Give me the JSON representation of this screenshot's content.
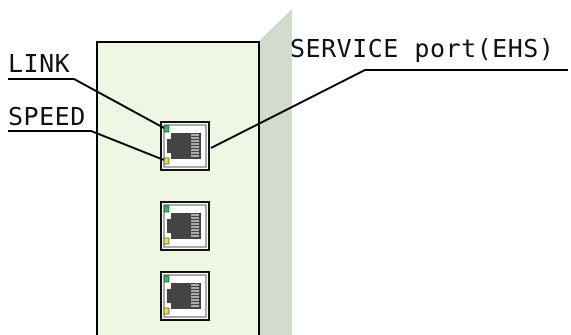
{
  "labels": {
    "link": "LINK",
    "speed": "SPEED",
    "service_port": "SERVICE port(EHS)"
  },
  "ports": [
    {
      "name": "service-port",
      "link_led_color": "#2bbf5a",
      "speed_led_color": "#f1dc4a"
    },
    {
      "name": "port-2",
      "link_led_color": "#2bbf5a",
      "speed_led_color": "#f1dc4a"
    },
    {
      "name": "port-3",
      "link_led_color": "#2bbf5a",
      "speed_led_color": "#f1dc4a"
    }
  ],
  "colors": {
    "panel_fill": "#eef6e4",
    "panel_side": "#d3dccc",
    "outline": "#000000",
    "jack_body": "#444444"
  }
}
